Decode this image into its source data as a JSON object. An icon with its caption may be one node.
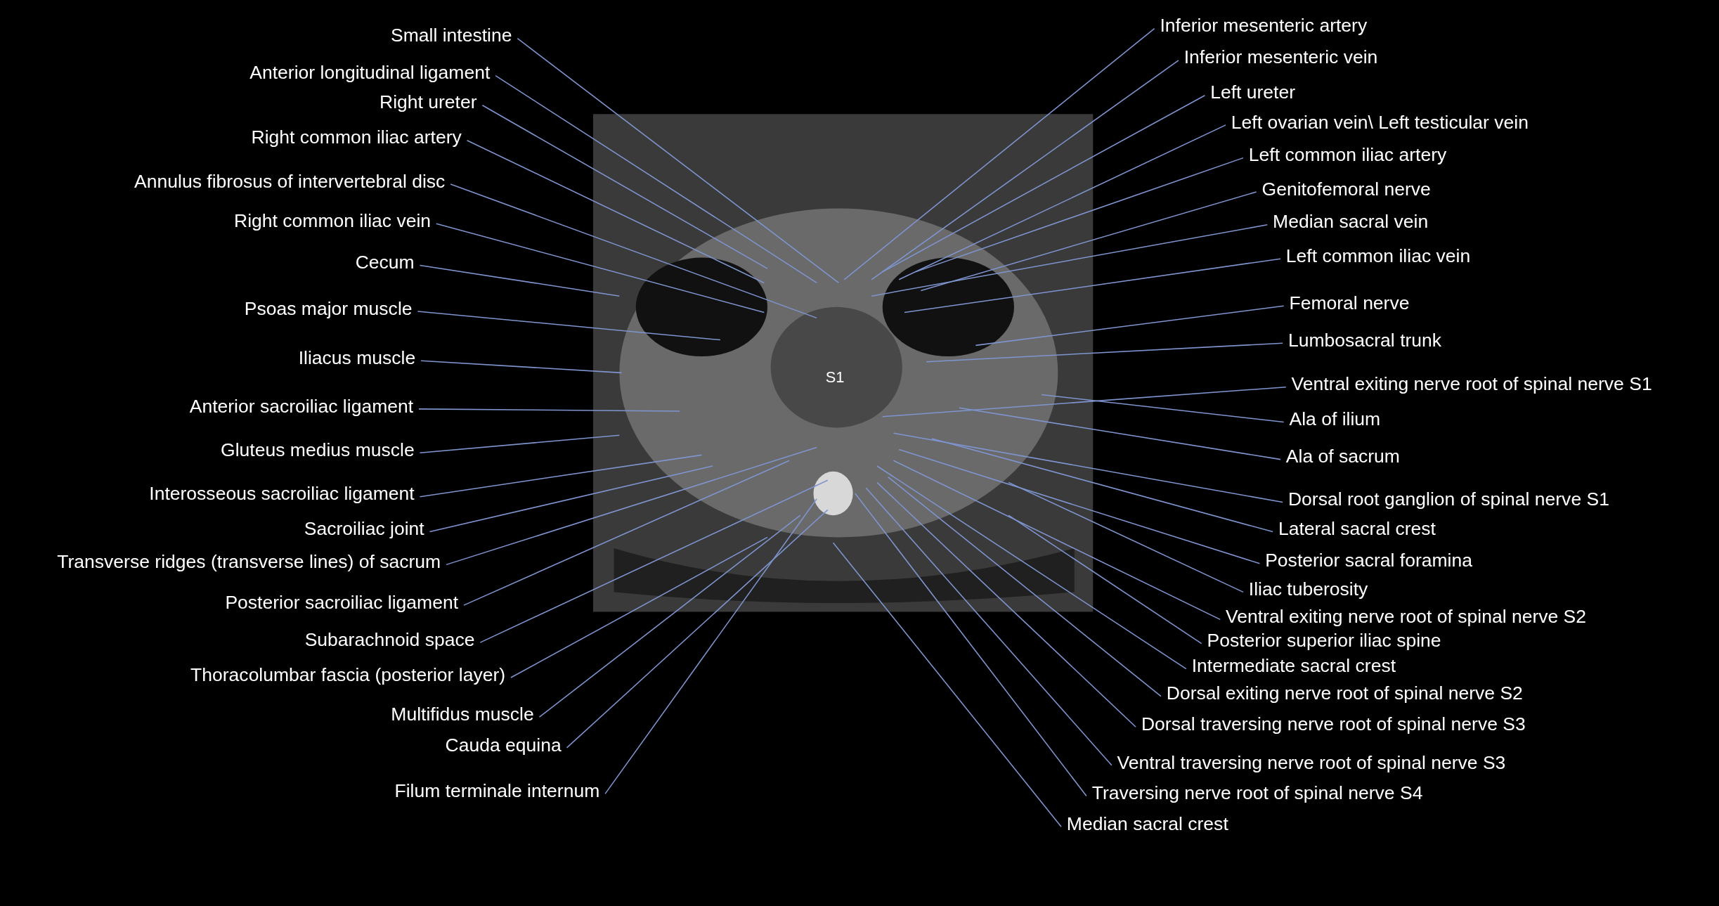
{
  "diagram": {
    "nodes": [
      {
        "text": [
          "Small intestine"
        ]
      },
      {
        "text": [
          "Anterior longitudinal ligament"
        ]
      },
      {
        "text": [
          "Right ureter"
        ]
      },
      {
        "text": [
          "Right common iliac artery"
        ]
      },
      {
        "text": [
          "Annulus fibrosus of intervertebral disc"
        ]
      },
      {
        "text": [
          "Right common iliac vein"
        ]
      },
      {
        "text": [
          "Cecum"
        ]
      },
      {
        "text": [
          "Psoas major muscle"
        ]
      },
      {
        "text": [
          "Iliacus muscle"
        ]
      },
      {
        "text": [
          "Anterior sacroiliac ligament"
        ]
      },
      {
        "text": [
          "Gluteus medius muscle"
        ]
      },
      {
        "text": [
          "Interosseous sacroiliac ligament"
        ]
      },
      {
        "text": [
          "Sacroiliac joint"
        ]
      },
      {
        "text": [
          "Transverse ridges (transverse lines) of sacrum"
        ]
      },
      {
        "text": [
          "Posterior sacroiliac ligament"
        ]
      },
      {
        "text": [
          "Subarachnoid space"
        ]
      },
      {
        "text": [
          "Thoracolumbar fascia (posterior layer)"
        ]
      },
      {
        "text": [
          "Multifidus muscle"
        ]
      },
      {
        "text": [
          "Cauda equina"
        ]
      },
      {
        "text": [
          "Filum terminale internum"
        ]
      },
      {
        "text": [
          "Inferior mesenteric artery"
        ]
      },
      {
        "text": [
          "Inferior mesenteric vein"
        ]
      },
      {
        "text": [
          "Left ureter"
        ]
      },
      {
        "text": [
          "Left ovarian vein\\ Left testicular vein"
        ]
      },
      {
        "text": [
          "Left common iliac artery"
        ]
      },
      {
        "text": [
          "Genitofemoral nerve"
        ]
      },
      {
        "text": [
          "Median sacral vein"
        ]
      },
      {
        "text": [
          "Left common iliac vein"
        ]
      },
      {
        "text": [
          "Femoral nerve"
        ]
      },
      {
        "text": [
          "Lumbosacral trunk"
        ]
      },
      {
        "text": [
          "Ventral exiting nerve root of spinal nerve S1"
        ]
      },
      {
        "text": [
          "Ala of ilium"
        ]
      },
      {
        "text": [
          "Ala of sacrum"
        ]
      },
      {
        "text": [
          "Dorsal root ganglion of spinal nerve S1"
        ]
      },
      {
        "text": [
          "Lateral sacral crest"
        ]
      },
      {
        "text": [
          "Posterior sacral foramina"
        ]
      },
      {
        "text": [
          "Iliac tuberosity"
        ]
      },
      {
        "text": [
          "Ventral exiting nerve root of spinal nerve S2"
        ]
      },
      {
        "text": [
          "Posterior superior iliac spine"
        ]
      },
      {
        "text": [
          "Intermediate sacral crest"
        ]
      },
      {
        "text": [
          "Dorsal exiting nerve root of spinal nerve S2"
        ]
      },
      {
        "text": [
          "Dorsal traversing nerve root of spinal nerve S3"
        ]
      },
      {
        "text": [
          "Ventral traversing nerve root of spinal nerve S3"
        ]
      },
      {
        "text": [
          "Traversing nerve root of spinal nerve S4"
        ]
      },
      {
        "text": [
          "Median sacral crest"
        ]
      }
    ],
    "edges": [
      {
        "from": 0,
        "to": null,
        "arrow": "none"
      },
      {
        "from": 1,
        "to": null,
        "arrow": "none"
      },
      {
        "from": 2,
        "to": null,
        "arrow": "none"
      },
      {
        "from": 3,
        "to": null,
        "arrow": "none"
      },
      {
        "from": 4,
        "to": null,
        "arrow": "none"
      },
      {
        "from": 5,
        "to": null,
        "arrow": "none"
      },
      {
        "from": 6,
        "to": null,
        "arrow": "none"
      },
      {
        "from": 7,
        "to": null,
        "arrow": "none"
      },
      {
        "from": 8,
        "to": null,
        "arrow": "none"
      },
      {
        "from": 9,
        "to": null,
        "arrow": "none"
      },
      {
        "from": 10,
        "to": null,
        "arrow": "none"
      },
      {
        "from": 11,
        "to": null,
        "arrow": "none"
      },
      {
        "from": 12,
        "to": null,
        "arrow": "none"
      },
      {
        "from": 13,
        "to": null,
        "arrow": "none"
      },
      {
        "from": 14,
        "to": null,
        "arrow": "none"
      },
      {
        "from": 15,
        "to": null,
        "arrow": "none"
      },
      {
        "from": 16,
        "to": null,
        "arrow": "none"
      },
      {
        "from": 17,
        "to": null,
        "arrow": "none"
      },
      {
        "from": 18,
        "to": null,
        "arrow": "none"
      },
      {
        "from": 19,
        "to": null,
        "arrow": "none"
      },
      {
        "from": 20,
        "to": null,
        "arrow": "none"
      },
      {
        "from": 21,
        "to": null,
        "arrow": "none"
      },
      {
        "from": 22,
        "to": null,
        "arrow": "none"
      },
      {
        "from": 23,
        "to": null,
        "arrow": "none"
      },
      {
        "from": 24,
        "to": null,
        "arrow": "none"
      },
      {
        "from": 25,
        "to": null,
        "arrow": "none"
      },
      {
        "from": 26,
        "to": null,
        "arrow": "none"
      },
      {
        "from": 27,
        "to": null,
        "arrow": "none"
      },
      {
        "from": 28,
        "to": null,
        "arrow": "none"
      },
      {
        "from": 29,
        "to": null,
        "arrow": "none"
      },
      {
        "from": 30,
        "to": null,
        "arrow": "none"
      },
      {
        "from": 31,
        "to": null,
        "arrow": "none"
      },
      {
        "from": 32,
        "to": null,
        "arrow": "none"
      },
      {
        "from": 33,
        "to": null,
        "arrow": "none"
      },
      {
        "from": 34,
        "to": null,
        "arrow": "none"
      },
      {
        "from": 35,
        "to": null,
        "arrow": "none"
      },
      {
        "from": 36,
        "to": null,
        "arrow": "none"
      },
      {
        "from": 37,
        "to": null,
        "arrow": "none"
      },
      {
        "from": 38,
        "to": null,
        "arrow": "none"
      },
      {
        "from": 39,
        "to": null,
        "arrow": "none"
      },
      {
        "from": 40,
        "to": null,
        "arrow": "none"
      },
      {
        "from": 41,
        "to": null,
        "arrow": "none"
      },
      {
        "from": 42,
        "to": null,
        "arrow": "none"
      },
      {
        "from": 43,
        "to": null,
        "arrow": "none"
      },
      {
        "from": 44,
        "to": null,
        "arrow": "none"
      }
    ],
    "labels": [
      "S1"
    ]
  }
}
